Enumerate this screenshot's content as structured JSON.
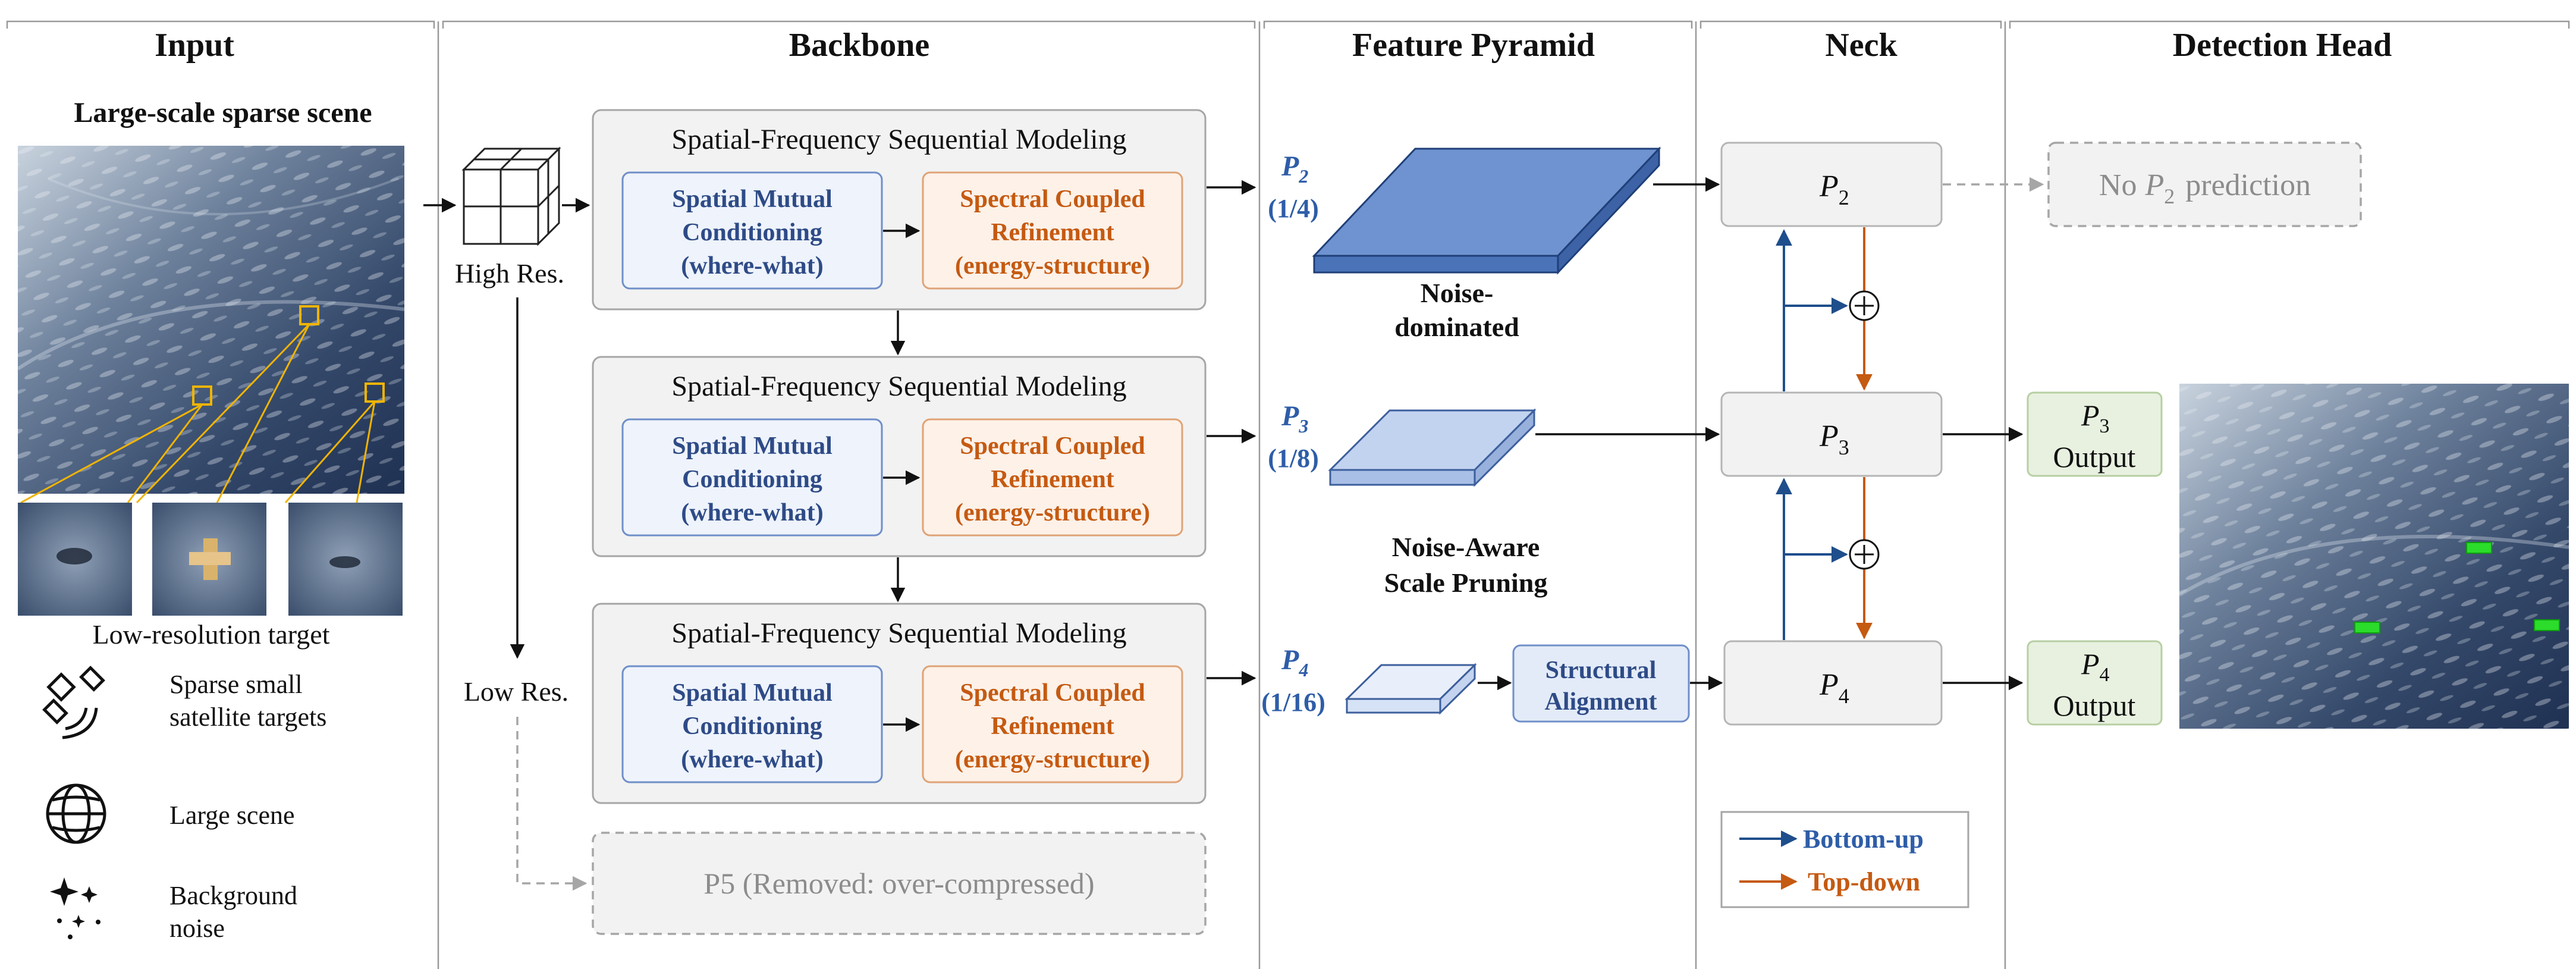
{
  "sections": {
    "input": "Input",
    "backbone": "Backbone",
    "pyramid": "Feature Pyramid",
    "neck": "Neck",
    "head": "Detection Head"
  },
  "input": {
    "scene_title": "Large-scale sparse scene",
    "crop_caption": "Low-resolution target",
    "legend": [
      {
        "icon": "satellite-icon",
        "line1": "Sparse small",
        "line2": "satellite targets"
      },
      {
        "icon": "globe-icon",
        "line1": "Large scene",
        "line2": ""
      },
      {
        "icon": "sparkle-icon",
        "line1": "Background",
        "line2": "noise"
      }
    ]
  },
  "backbone": {
    "high_res": "High Res.",
    "low_res": "Low Res.",
    "stage_title": "Spatial-Frequency Sequential Modeling",
    "spatial": [
      "Spatial Mutual",
      "Conditioning",
      "(where-what)"
    ],
    "spectral": [
      "Spectral Coupled",
      "Refinement",
      "(energy-structure)"
    ],
    "p5_removed": "P5 (Removed: over-compressed)"
  },
  "pyramid": {
    "levels": [
      {
        "name": "P",
        "sub": "2",
        "scale": "(1/4)"
      },
      {
        "name": "P",
        "sub": "3",
        "scale": "(1/8)"
      },
      {
        "name": "P",
        "sub": "4",
        "scale": "(1/16)"
      }
    ],
    "noise_dominated": [
      "Noise-",
      "dominated"
    ],
    "pruning": [
      "Noise-Aware",
      "Scale Pruning"
    ],
    "alignment": [
      "Structural",
      "Alignment"
    ]
  },
  "neck": {
    "nodes": [
      {
        "name": "P",
        "sub": "2"
      },
      {
        "name": "P",
        "sub": "3"
      },
      {
        "name": "P",
        "sub": "4"
      }
    ],
    "legend_bottom_up": "Bottom-up",
    "legend_top_down": "Top-down"
  },
  "head": {
    "no_prediction_pre": "No",
    "no_prediction_name": "P",
    "no_prediction_sub": "2",
    "no_prediction_post": "prediction",
    "outputs": [
      {
        "name": "P",
        "sub": "3",
        "label": "Output"
      },
      {
        "name": "P",
        "sub": "4",
        "label": "Output"
      }
    ]
  },
  "colors": {
    "blue": "#1f4e8c",
    "orange": "#c55a11",
    "spatial_fill": "#eef3fc",
    "spectral_fill": "#fdf1e8",
    "output_fill": "#e8f1e0"
  }
}
